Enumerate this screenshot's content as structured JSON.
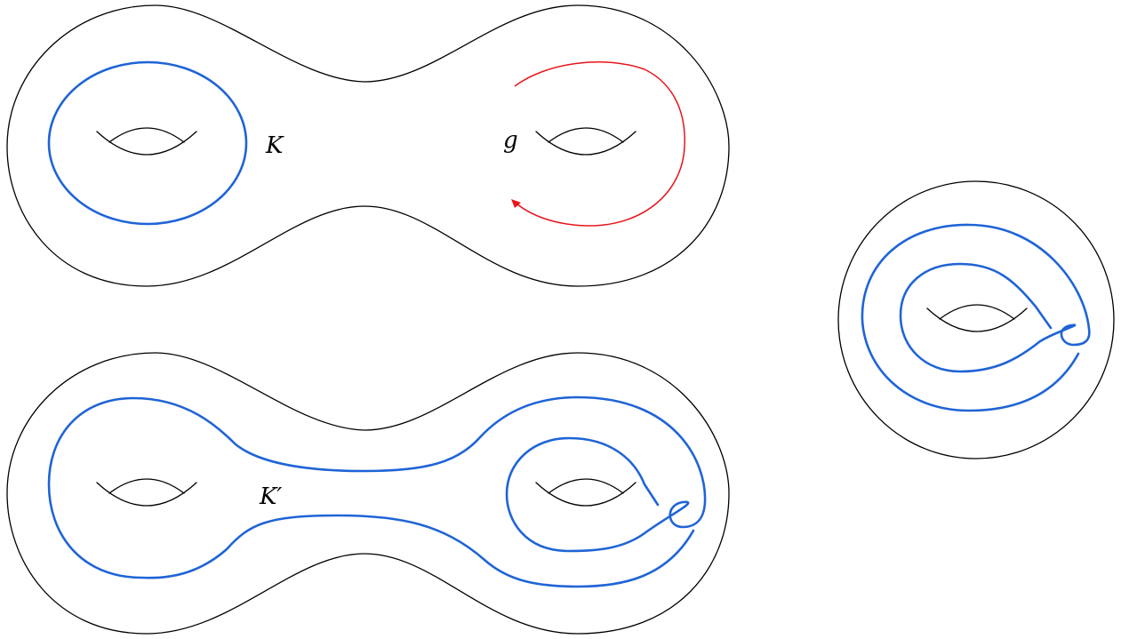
{
  "labels": {
    "K": "K",
    "g": "g",
    "K_prime": "K′"
  },
  "colors": {
    "surface": "#000000",
    "curve": "#1f64d6",
    "arrow": "#e8141a",
    "background": "#ffffff"
  }
}
